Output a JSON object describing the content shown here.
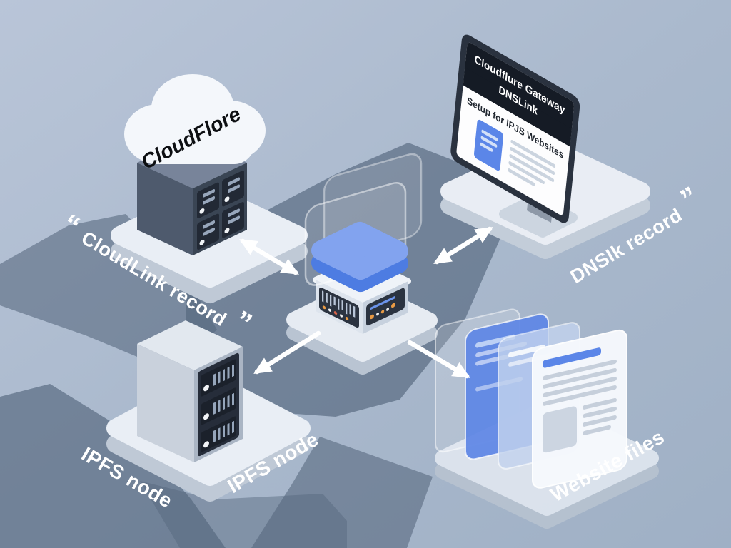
{
  "labels": {
    "cloud_brand": "CloudFlore",
    "cloudlink_open_quote": "“",
    "cloudlink_record": "CloudLink record",
    "cloudlink_close_quote": "”",
    "dnslink_record": "DNSIk record",
    "dnslink_close_quote": "”",
    "ipfs_node_left": "IPFS node",
    "ipfs_node_right": "IPFS node",
    "website_files": "Website files"
  },
  "monitor_screen": {
    "title_line1": "Cloudflure Gateway",
    "title_line2": "DNSLink",
    "subtitle": "Setup for IPJS Websites"
  },
  "colors": {
    "background_light": "#b8c4d7",
    "background_dark": "#a2b2c7",
    "cast_shadow": "#54657c",
    "accent_blue": "#5b86e8",
    "box_blue_top": "#82a3ef",
    "box_blue_side": "#4d7ce2",
    "platform_top": "#e9eef5",
    "platform_side": "#bfc9d6",
    "panel_dark": "#2b3340",
    "arrow": "#ffffff"
  }
}
